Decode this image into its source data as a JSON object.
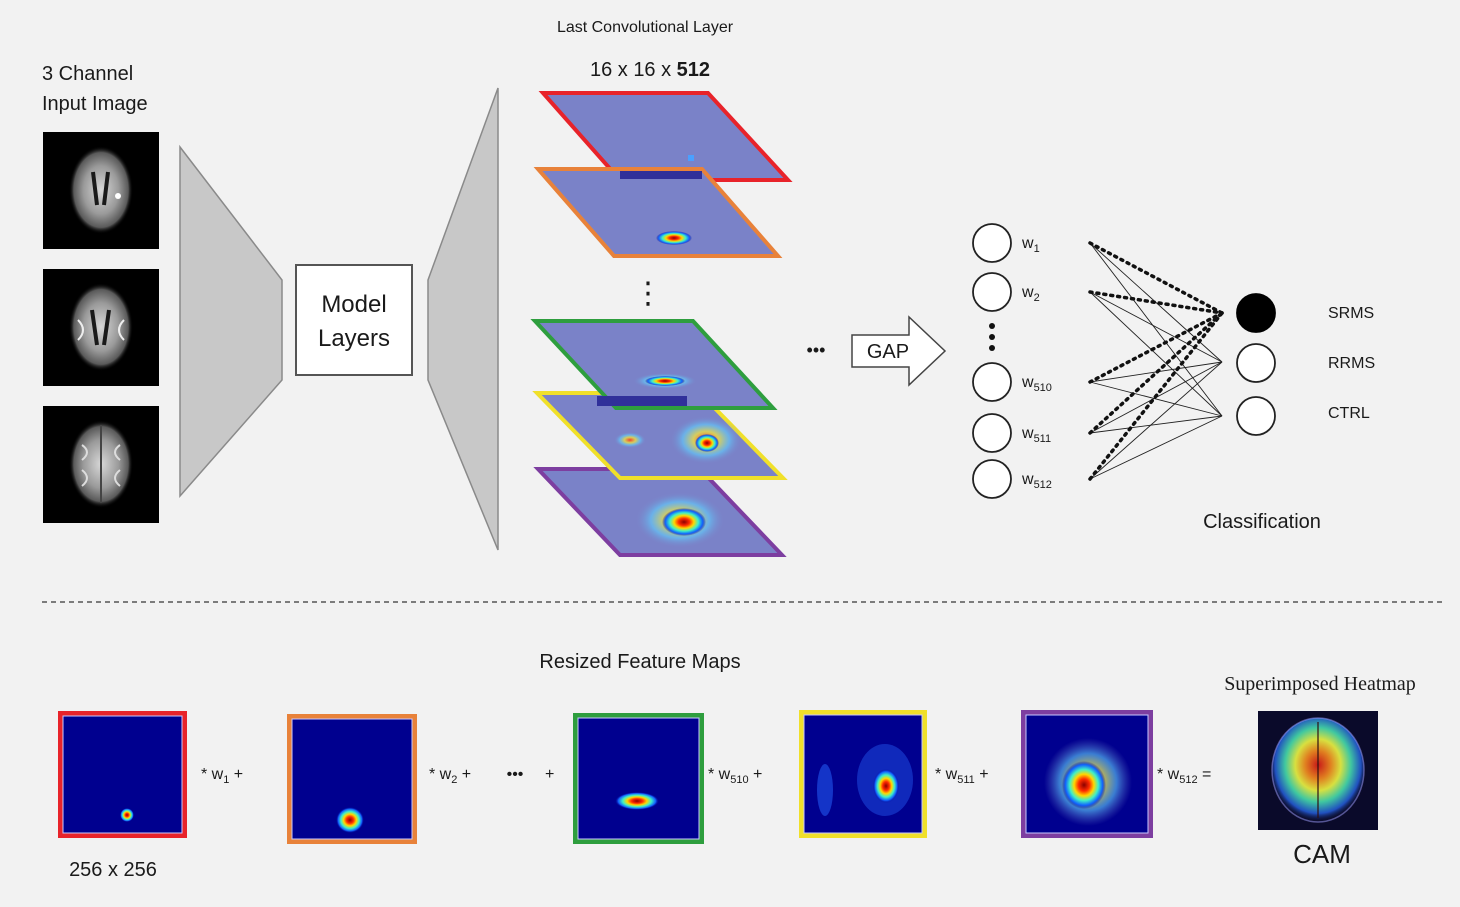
{
  "input": {
    "title_line1": "3 Channel",
    "title_line2": "Input Image"
  },
  "model": {
    "line1": "Model",
    "line2": "Layers"
  },
  "conv": {
    "title": "Last Convolutional Layer",
    "dims_prefix": "16 x 16 x ",
    "dims_bold": "512",
    "vdots": "⋮"
  },
  "gap": {
    "ellipsis": "•••",
    "label": "GAP"
  },
  "weights": [
    {
      "base": "w",
      "sub": "1"
    },
    {
      "base": "w",
      "sub": "2"
    },
    {
      "base": "w",
      "sub": "510"
    },
    {
      "base": "w",
      "sub": "511"
    },
    {
      "base": "w",
      "sub": "512"
    }
  ],
  "classification": {
    "title": "Classification",
    "classes": [
      "SRMS",
      "RRMS",
      "CTRL"
    ]
  },
  "resized": {
    "title": "Resized Feature Maps",
    "size_label": "256 x 256",
    "ellipsis": "•••",
    "plus": "+",
    "terms": [
      {
        "pre": "* ",
        "w": "w",
        "sub": "1",
        "post": " +"
      },
      {
        "pre": "* ",
        "w": "w",
        "sub": "2",
        "post": " +"
      },
      {
        "pre": "* ",
        "w": "w",
        "sub": "510",
        "post": " +"
      },
      {
        "pre": "* ",
        "w": "w",
        "sub": "511",
        "post": " +"
      },
      {
        "pre": "* ",
        "w": "w",
        "sub": "512",
        "post": " ="
      }
    ]
  },
  "heatmap": {
    "title": "Superimposed Heatmap",
    "label": "CAM"
  },
  "colors": {
    "background": "#f2f2f2",
    "funnel": "#c8c8c8",
    "plane_fill": "#7a82c8",
    "heat_bg": "#00008f",
    "red": "#e8232a",
    "orange": "#e8823a",
    "green": "#2e9e3e",
    "yellow": "#f0e02a",
    "purple": "#7d3ea0"
  }
}
